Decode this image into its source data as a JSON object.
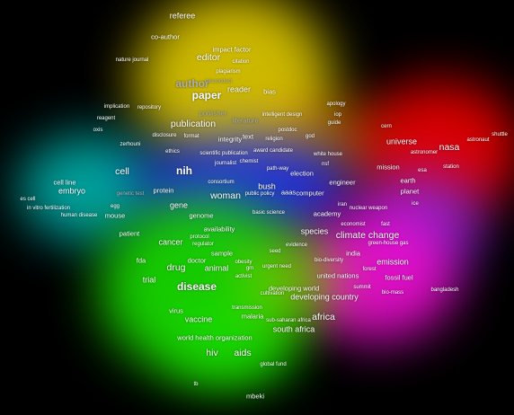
{
  "cluster_colors": {
    "yellow": "#ffe600",
    "green": "#19e000",
    "magenta": "#ff10e0",
    "red": "#ff0000",
    "blue": "#2032ff",
    "cyan": "#00d6d0",
    "purple": "#8a30ff",
    "orange": "#ff9a00",
    "label": "#ffffff",
    "dim": "#b0b0b0"
  },
  "terms": [
    "referee",
    "co-author",
    "impact factor",
    "editor",
    "nature journal",
    "citation",
    "plagiarism",
    "author",
    "misconduct",
    "paper",
    "reader",
    "bias",
    "implication",
    "repository",
    "publisher",
    "reagent",
    "apology",
    "intelligent design",
    "iop",
    "oxis",
    "publication",
    "literature",
    "guide",
    "disclosure",
    "format",
    "integrity",
    "text",
    "postdoc",
    "religion",
    "god",
    "cern",
    "shuttle",
    "zerhouni",
    "ethics",
    "scientific publication",
    "award candidate",
    "universe",
    "nasa",
    "astronaut",
    "nih",
    "journalist",
    "chemist",
    "white house",
    "astronomer",
    "station",
    "cell",
    "path-way",
    "election",
    "nsf",
    "mission",
    "esa",
    "cell line",
    "embryo",
    "protein",
    "consortium",
    "woman",
    "bush",
    "aaas",
    "computer",
    "engineer",
    "earth",
    "planet",
    "es cell",
    "genetic test",
    "gene",
    "public policy",
    "basic science",
    "iran",
    "nuclear weapon",
    "ice",
    "in vitro fertilization",
    "human disease",
    "mouse",
    "egg",
    "genome",
    "academy",
    "economist",
    "fast",
    "availability",
    "species",
    "climate change",
    "patient",
    "protocol",
    "cancer",
    "regulator",
    "evidence",
    "seed",
    "india",
    "green-house gas",
    "sample",
    "emission",
    "fda",
    "drug",
    "animal",
    "doctor",
    "obesity",
    "activist",
    "gm",
    "urgent need",
    "bio-diversity",
    "forest",
    "fossil fuel",
    "trial",
    "disease",
    "united nations",
    "summit",
    "bio-mass",
    "bangladesh",
    "developing world",
    "developing country",
    "virus",
    "transmission",
    "cultivation",
    "malaria",
    "sub-saharan africa",
    "africa",
    "vaccine",
    "south africa",
    "world health organization",
    "hiv",
    "aids",
    "global fund",
    "tb",
    "mbeki"
  ]
}
